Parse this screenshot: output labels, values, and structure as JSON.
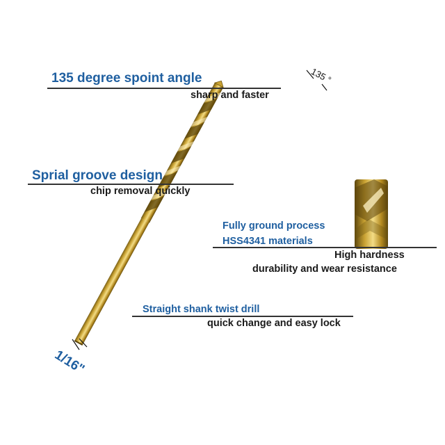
{
  "features": {
    "point_angle": {
      "title": "135 degree spoint angle",
      "subtitle": "sharp and faster"
    },
    "spiral_groove": {
      "title": "Sprial groove design",
      "subtitle": "chip removal quickly"
    },
    "ground_process": {
      "title_line1": "Fully ground process",
      "title_line2": "HSS4341 materials",
      "subtitle_line1": "High hardness",
      "subtitle_line2": "durability and wear resistance"
    },
    "straight_shank": {
      "title": "Straight shank twist drill",
      "subtitle": "quick change and easy lock"
    }
  },
  "annotations": {
    "angle_label": "135 °",
    "size_label": "1/16\""
  },
  "colors": {
    "feature_text": "#1f5fa0",
    "subtitle_text": "#1a1a1a",
    "gold_light": "#f3dc85",
    "gold_mid": "#c9a233",
    "gold_dark": "#6e5612"
  },
  "icons": [
    "drill-bit-illustration",
    "drill-tip-closeup-image"
  ]
}
